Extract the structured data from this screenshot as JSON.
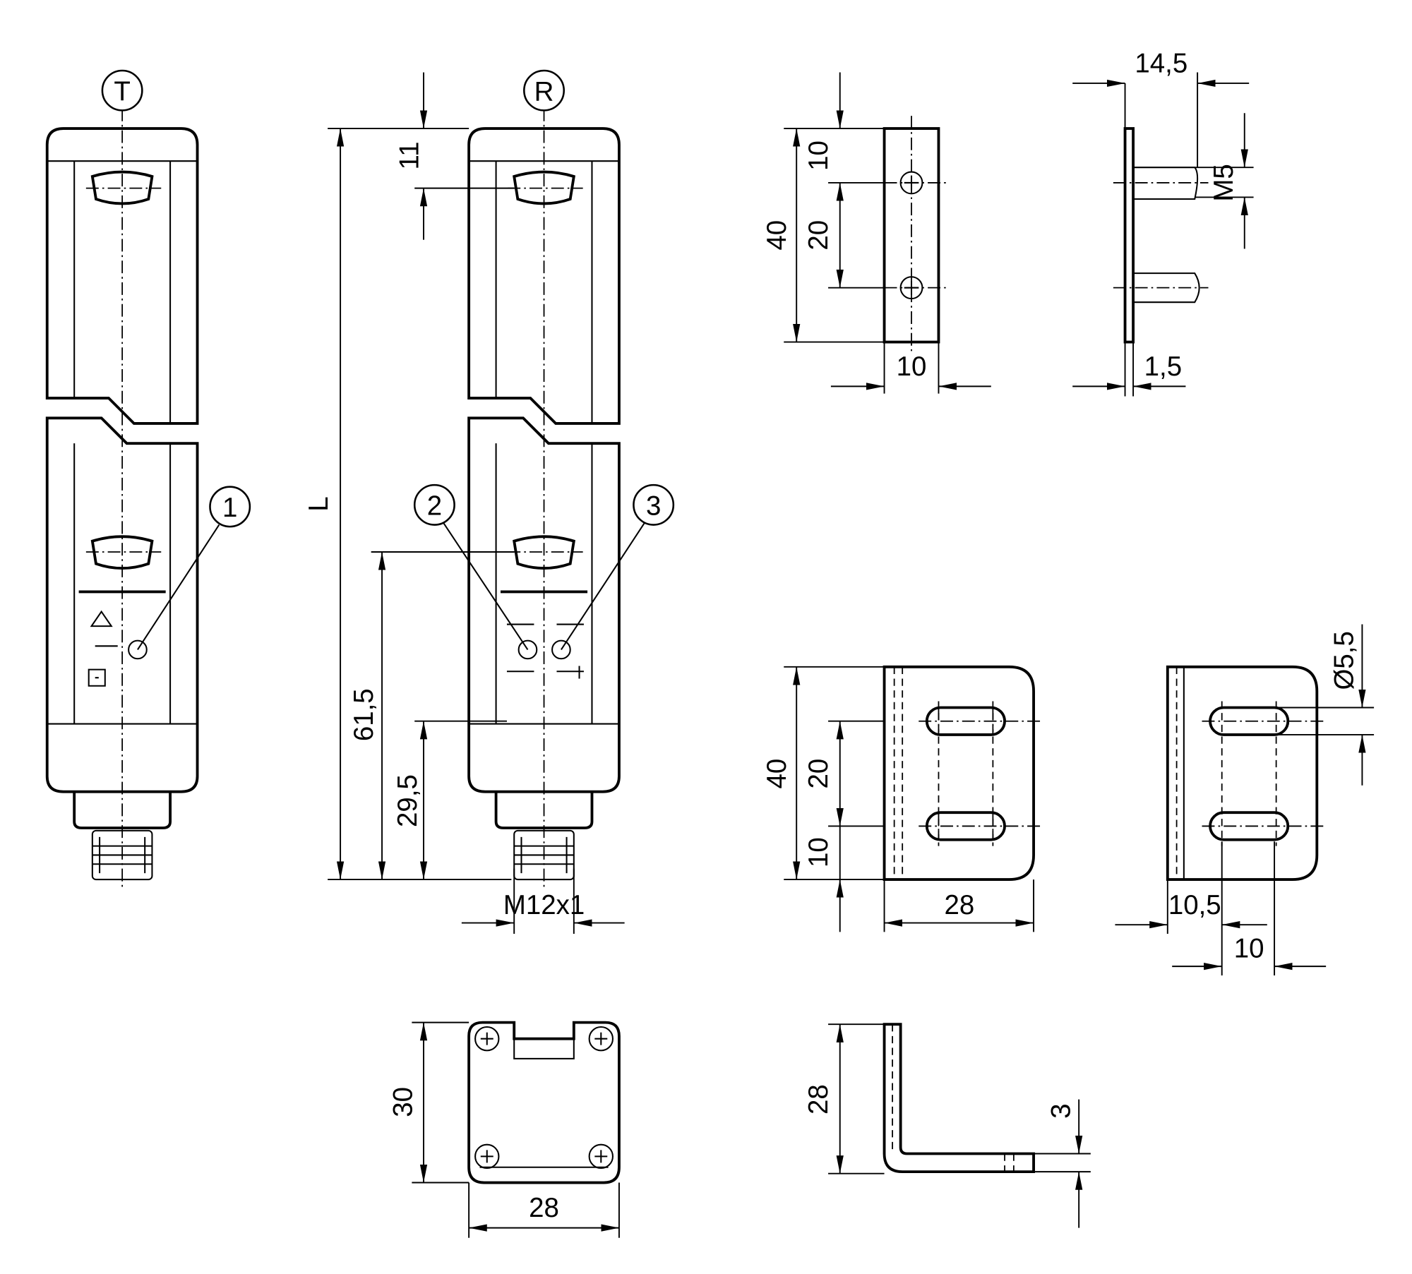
{
  "title": "Dimension drawing",
  "callouts": {
    "transmitter": "T",
    "receiver": "R",
    "item1": "1",
    "item2": "2",
    "item3": "3"
  },
  "sensor_dims": {
    "length": "L",
    "top_offset": "11",
    "lower_hole": "61,5",
    "cap": "29,5",
    "thread": "M12x1"
  },
  "bracket_small_front": {
    "height": "40",
    "top": "10",
    "spacing": "20",
    "width": "10"
  },
  "bracket_small_side": {
    "depth": "14,5",
    "thread": "M5",
    "thickness": "1,5"
  },
  "bracket_angle_front": {
    "height": "40",
    "spacing": "20",
    "bottom": "10",
    "width": "28"
  },
  "bracket_angle_rear": {
    "hole": "Ø5,5",
    "offset": "10,5",
    "slot": "10"
  },
  "sensor_end_view": {
    "height": "30",
    "width": "28"
  },
  "bracket_angle_side": {
    "height": "28",
    "thickness": "3"
  },
  "colors": {
    "line": "#000000",
    "background": "#ffffff"
  }
}
